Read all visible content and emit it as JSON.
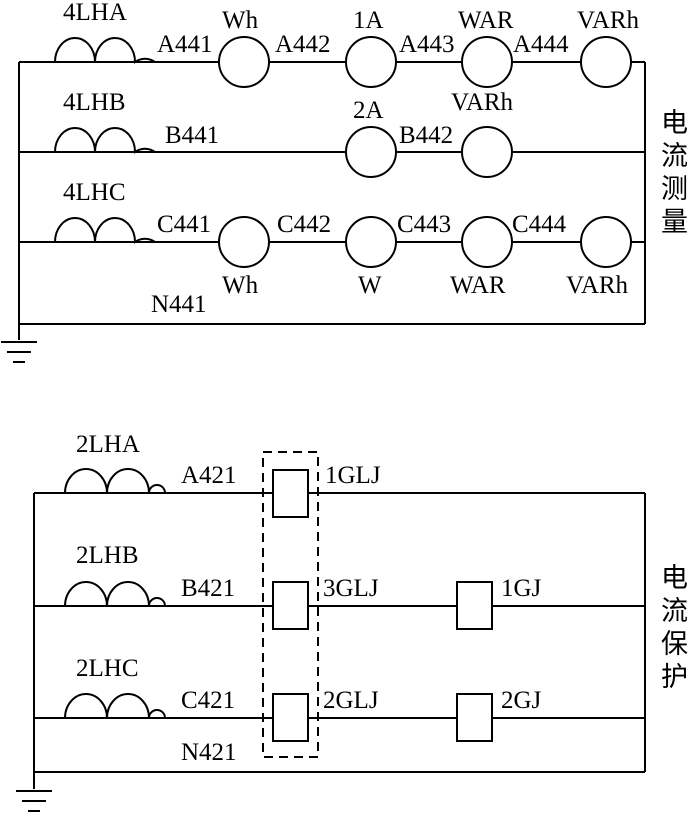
{
  "measurement": {
    "title": "电流测量",
    "ct_a": "4LHA",
    "ct_b": "4LHB",
    "ct_c": "4LHC",
    "row_a": {
      "wire_labels": [
        "A441",
        "A442",
        "A443",
        "A444"
      ],
      "meters": [
        "Wh",
        "1A",
        "WAR",
        "VARh"
      ]
    },
    "row_b": {
      "wire_labels": [
        "B441",
        "B442"
      ],
      "meters": [
        "2A",
        "VARh"
      ]
    },
    "row_c": {
      "wire_labels": [
        "C441",
        "C442",
        "C443",
        "C444"
      ],
      "meters": [
        "Wh",
        "W",
        "WAR",
        "VARh"
      ]
    },
    "neutral": "N441"
  },
  "protection": {
    "title": "电流保护",
    "ct_a": "2LHA",
    "ct_b": "2LHB",
    "ct_c": "2LHC",
    "wire_a": "A421",
    "wire_b": "B421",
    "wire_c": "C421",
    "neutral": "N421",
    "relays": [
      "1GLJ",
      "3GLJ",
      "2GLJ",
      "1GJ",
      "2GJ"
    ]
  }
}
